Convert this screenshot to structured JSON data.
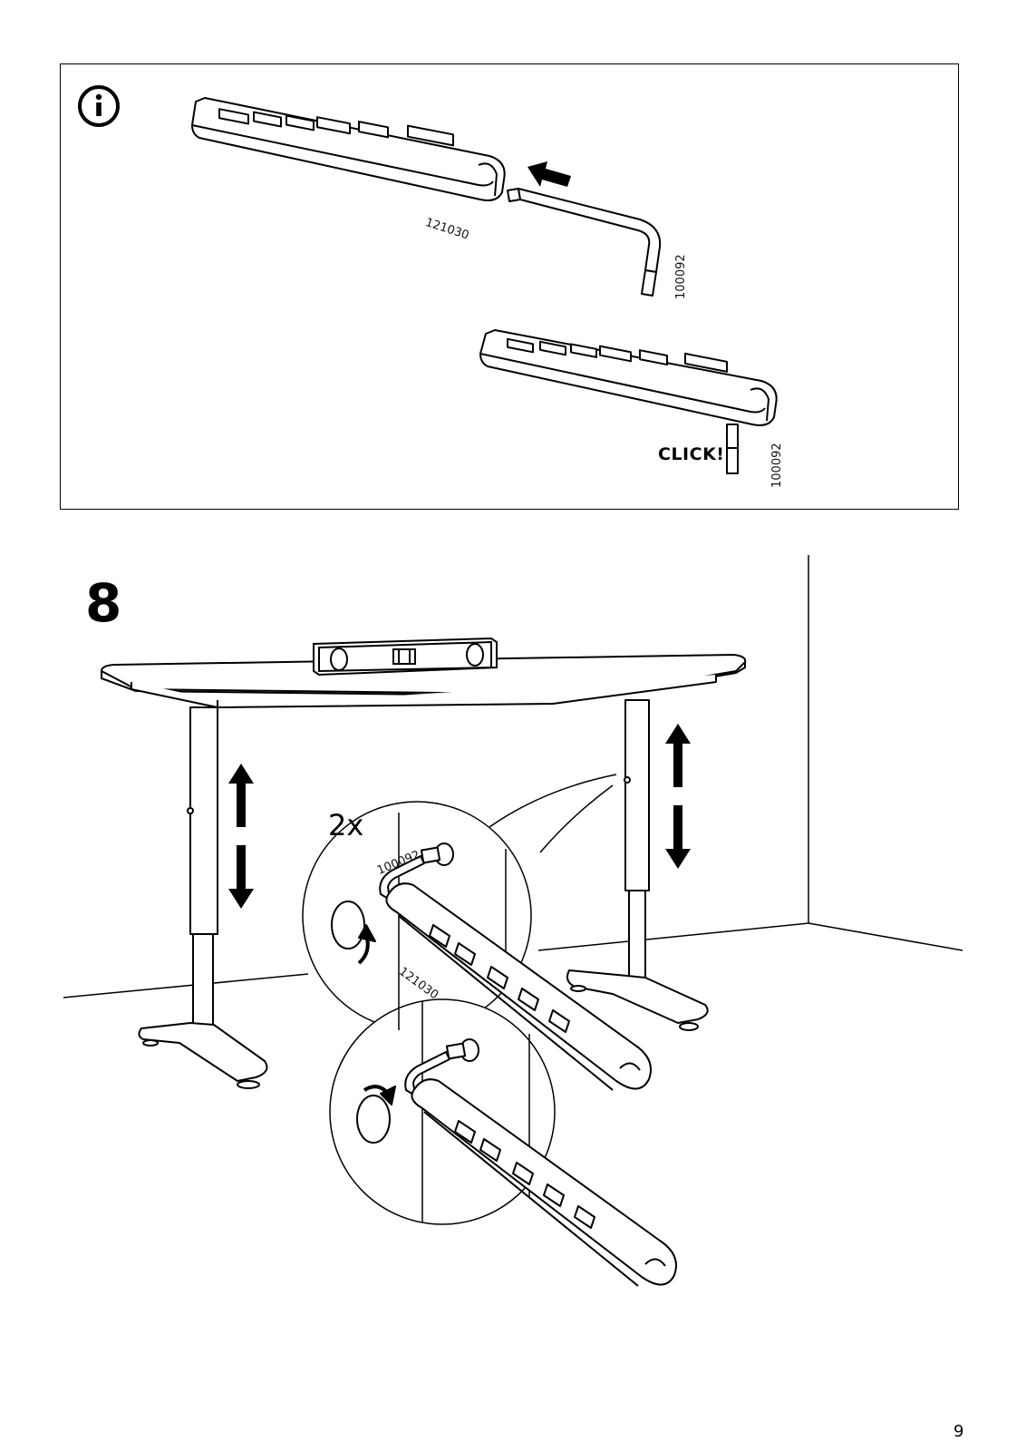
{
  "info_section": {
    "icon": "info-icon",
    "part_number_tool": "121030",
    "part_number_key": "100092",
    "part_number_key_2": "100092",
    "click_text": "CLICK!"
  },
  "step": {
    "number": "8",
    "quantity": "2x",
    "part_number_key": "100092",
    "part_number_tool": "121030",
    "rotation_icon": "rotate-clockwise-icon"
  },
  "page": {
    "number": "9"
  }
}
